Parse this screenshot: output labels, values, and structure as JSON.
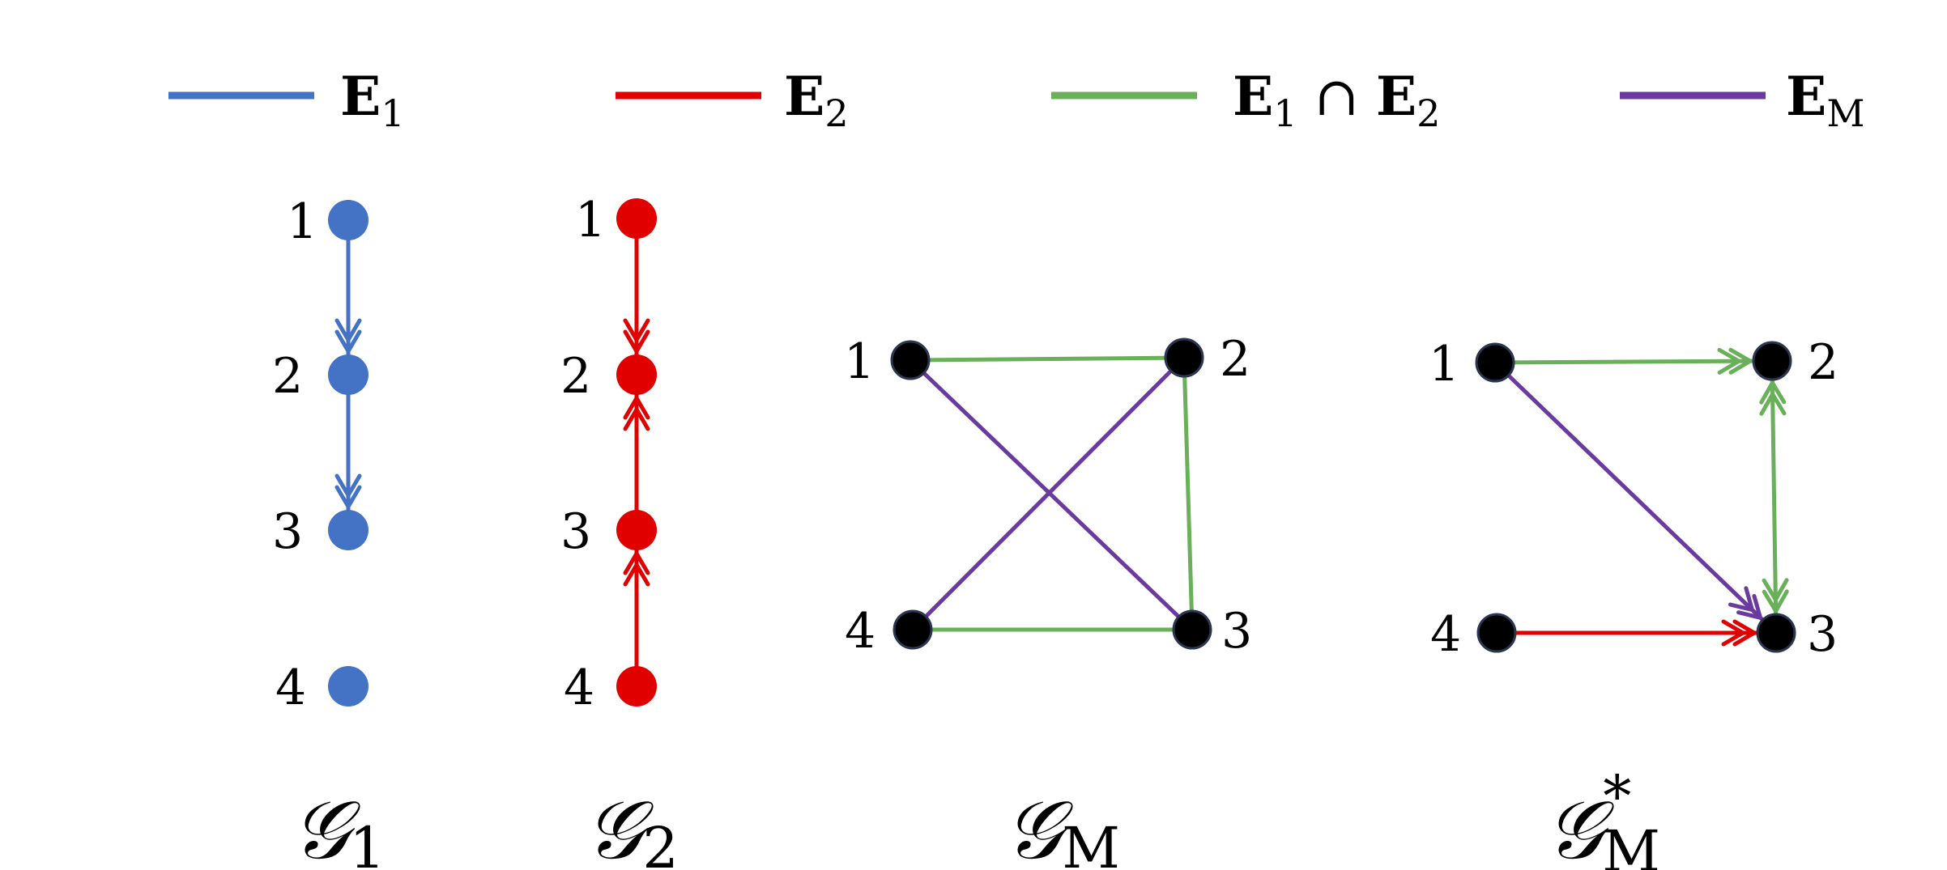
{
  "colors": {
    "e1": "#4472C4",
    "e2": "#E00000",
    "intersection": "#6AAF5A",
    "em": "#6A3A9E",
    "node_dark": "#000000",
    "node_outline": "#2A3550"
  },
  "legend": [
    {
      "key": "e1",
      "main": "E",
      "sub": "1",
      "color": "#4472C4"
    },
    {
      "key": "e2",
      "main": "E",
      "sub": "2",
      "color": "#E00000"
    },
    {
      "key": "intersection",
      "main": "E",
      "sub": "1",
      "op": " ∩ ",
      "main2": "E",
      "sub2": "2",
      "color": "#6AAF5A"
    },
    {
      "key": "em",
      "main": "E",
      "sub": "M",
      "color": "#6A3A9E"
    }
  ],
  "graphs": [
    {
      "id": "g1",
      "title_main": "𝒢",
      "title_sub": "1",
      "title_sup": "",
      "node_color": "#4472C4",
      "nodes": [
        "1",
        "2",
        "3",
        "4"
      ],
      "edges": [
        {
          "from": "1",
          "to": "2",
          "color": "#4472C4",
          "arrow": "end"
        },
        {
          "from": "2",
          "to": "3",
          "color": "#4472C4",
          "arrow": "end"
        }
      ]
    },
    {
      "id": "g2",
      "title_main": "𝒢",
      "title_sub": "2",
      "title_sup": "",
      "node_color": "#E00000",
      "nodes": [
        "1",
        "2",
        "3",
        "4"
      ],
      "edges": [
        {
          "from": "1",
          "to": "2",
          "color": "#E00000",
          "arrow": "end"
        },
        {
          "from": "3",
          "to": "2",
          "color": "#E00000",
          "arrow": "end"
        },
        {
          "from": "4",
          "to": "3",
          "color": "#E00000",
          "arrow": "end"
        }
      ]
    },
    {
      "id": "gm",
      "title_main": "𝒢",
      "title_sub": "M",
      "title_sup": "",
      "node_color": "#000000",
      "nodes": [
        "1",
        "2",
        "3",
        "4"
      ],
      "edges": [
        {
          "from": "1",
          "to": "2",
          "color": "#6AAF5A",
          "arrow": "none"
        },
        {
          "from": "2",
          "to": "3",
          "color": "#6AAF5A",
          "arrow": "none"
        },
        {
          "from": "4",
          "to": "3",
          "color": "#6AAF5A",
          "arrow": "none"
        },
        {
          "from": "1",
          "to": "3",
          "color": "#6A3A9E",
          "arrow": "none"
        },
        {
          "from": "4",
          "to": "2",
          "color": "#6A3A9E",
          "arrow": "none"
        }
      ]
    },
    {
      "id": "gms",
      "title_main": "𝒢",
      "title_sub": "M",
      "title_sup": "*",
      "node_color": "#000000",
      "nodes": [
        "1",
        "2",
        "3",
        "4"
      ],
      "edges": [
        {
          "from": "1",
          "to": "2",
          "color": "#6AAF5A",
          "arrow": "end"
        },
        {
          "from": "2",
          "to": "3",
          "color": "#6AAF5A",
          "arrow": "both"
        },
        {
          "from": "1",
          "to": "3",
          "color": "#6A3A9E",
          "arrow": "end"
        },
        {
          "from": "4",
          "to": "3",
          "color": "#E00000",
          "arrow": "end"
        }
      ]
    }
  ]
}
